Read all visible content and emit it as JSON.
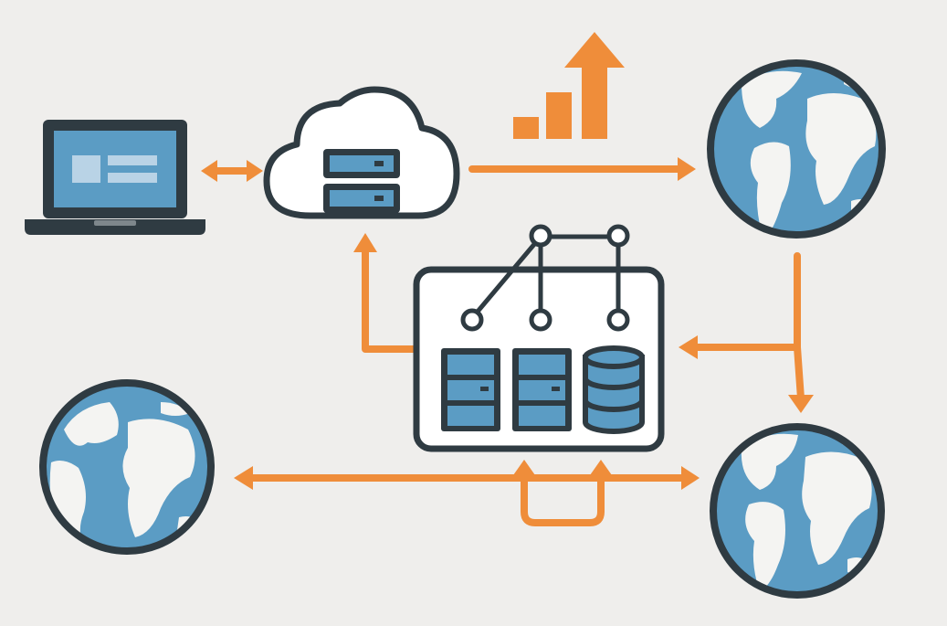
{
  "colors": {
    "background": "#efeeec",
    "outline": "#2f3b42",
    "accent": "#ef8d3a",
    "fill_blue": "#5b9cc4",
    "fill_light_blue": "#b9d3e6",
    "land": "#f4f4f2",
    "panel": "#ffffff"
  },
  "nodes": [
    {
      "id": "laptop",
      "icon": "laptop-icon"
    },
    {
      "id": "cloud",
      "icon": "cloud-server-icon"
    },
    {
      "id": "growth",
      "icon": "growth-chart-icon"
    },
    {
      "id": "globe-top-right",
      "icon": "globe-icon"
    },
    {
      "id": "data-center",
      "icon": "data-center-icon"
    },
    {
      "id": "globe-bottom-left",
      "icon": "globe-icon"
    },
    {
      "id": "globe-bottom-right",
      "icon": "globe-icon"
    }
  ],
  "connections": [
    {
      "from": "laptop",
      "to": "cloud",
      "direction": "both"
    },
    {
      "from": "cloud",
      "to": "globe-top-right",
      "direction": "forward"
    },
    {
      "from": "data-center",
      "to": "cloud",
      "direction": "forward"
    },
    {
      "from": "globe-top-right",
      "to": "data-center",
      "direction": "forward"
    },
    {
      "from": "globe-top-right",
      "to": "globe-bottom-right",
      "direction": "forward"
    },
    {
      "from": "data-center",
      "to": "globe-bottom-left",
      "direction": "forward"
    },
    {
      "from": "data-center",
      "to": "globe-bottom-right",
      "direction": "forward"
    }
  ]
}
